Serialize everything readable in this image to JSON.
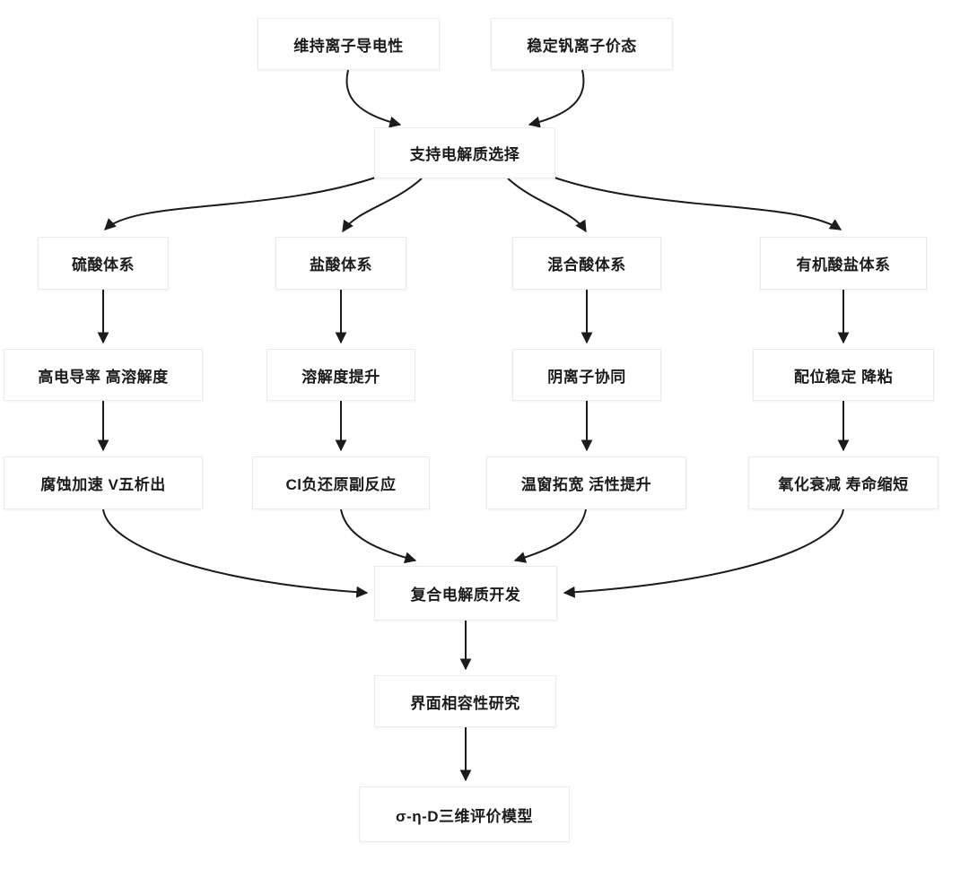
{
  "diagram": {
    "type": "flowchart",
    "colors": {
      "background": "#ffffff",
      "box_fill": "#ffffff",
      "box_border": "#ebebeb",
      "text": "#1b1b1b",
      "arrow": "#1b1b1b"
    },
    "nodes": {
      "goal_conductivity": {
        "label": "维持离子导电性"
      },
      "goal_valence": {
        "label": "稳定钒离子价态"
      },
      "selection": {
        "label": "支持电解质选择"
      },
      "sys_sulfuric": {
        "label": "硫酸体系"
      },
      "sys_hydrochloric": {
        "label": "盐酸体系"
      },
      "sys_mixed": {
        "label": "混合酸体系"
      },
      "sys_organic": {
        "label": "有机酸盐体系"
      },
      "adv_sulfuric": {
        "label": "高电导率 高溶解度"
      },
      "adv_hydrochloric": {
        "label": "溶解度提升"
      },
      "adv_mixed": {
        "label": "阴离子协同"
      },
      "adv_organic": {
        "label": "配位稳定 降粘"
      },
      "issue_sulfuric": {
        "label": "腐蚀加速 V五析出"
      },
      "issue_hydrochloric": {
        "label": "Cl负还原副反应"
      },
      "issue_mixed": {
        "label": "温窗拓宽 活性提升"
      },
      "issue_organic": {
        "label": "氧化衰减 寿命缩短"
      },
      "composite": {
        "label": "复合电解质开发"
      },
      "interface_study": {
        "label": "界面相容性研究"
      },
      "model": {
        "label": "σ-η-D三维评价模型"
      }
    },
    "edges": [
      {
        "from": "goal_conductivity",
        "to": "selection"
      },
      {
        "from": "goal_valence",
        "to": "selection"
      },
      {
        "from": "selection",
        "to": "sys_sulfuric"
      },
      {
        "from": "selection",
        "to": "sys_hydrochloric"
      },
      {
        "from": "selection",
        "to": "sys_mixed"
      },
      {
        "from": "selection",
        "to": "sys_organic"
      },
      {
        "from": "sys_sulfuric",
        "to": "adv_sulfuric"
      },
      {
        "from": "sys_hydrochloric",
        "to": "adv_hydrochloric"
      },
      {
        "from": "sys_mixed",
        "to": "adv_mixed"
      },
      {
        "from": "sys_organic",
        "to": "adv_organic"
      },
      {
        "from": "adv_sulfuric",
        "to": "issue_sulfuric"
      },
      {
        "from": "adv_hydrochloric",
        "to": "issue_hydrochloric"
      },
      {
        "from": "adv_mixed",
        "to": "issue_mixed"
      },
      {
        "from": "adv_organic",
        "to": "issue_organic"
      },
      {
        "from": "issue_sulfuric",
        "to": "composite"
      },
      {
        "from": "issue_hydrochloric",
        "to": "composite"
      },
      {
        "from": "issue_mixed",
        "to": "composite"
      },
      {
        "from": "issue_organic",
        "to": "composite"
      },
      {
        "from": "composite",
        "to": "interface_study"
      },
      {
        "from": "interface_study",
        "to": "model"
      }
    ]
  }
}
